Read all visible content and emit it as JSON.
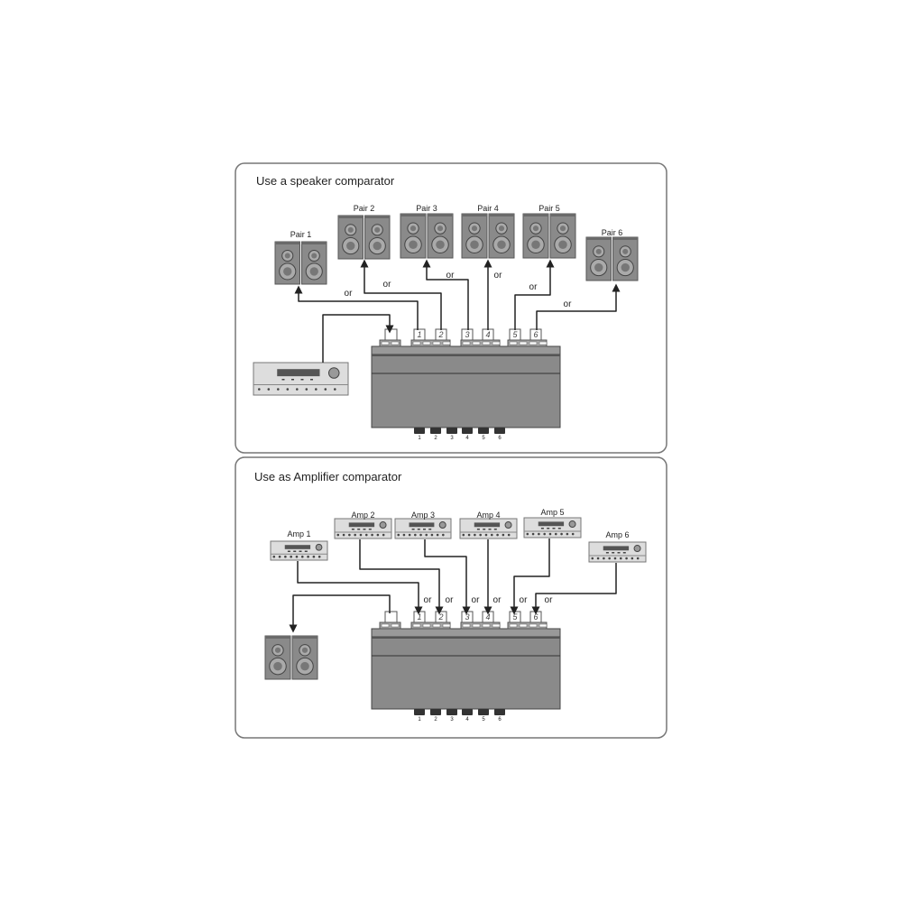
{
  "panels": [
    {
      "title": "Use a speaker comparator",
      "sources": [
        "Pair 1",
        "Pair 2",
        "Pair 3",
        "Pair 4",
        "Pair 5",
        "Pair 6"
      ],
      "connector_label": "or",
      "port_labels": [
        "1",
        "2",
        "3",
        "4",
        "5",
        "6"
      ],
      "knob_labels": [
        "1",
        "2",
        "3",
        "4",
        "5",
        "6"
      ]
    },
    {
      "title": "Use as Amplifier comparator",
      "sources": [
        "Amp 1",
        "Amp 2",
        "Amp 3",
        "Amp 4",
        "Amp 5",
        "Amp 6"
      ],
      "connector_label": "or",
      "port_labels": [
        "1",
        "2",
        "3",
        "4",
        "5",
        "6"
      ],
      "knob_labels": [
        "1",
        "2",
        "3",
        "4",
        "5",
        "6"
      ]
    }
  ],
  "colors": {
    "device": "#8a8a8a",
    "device_dark": "#5a5a5a",
    "wire": "#222222",
    "panel_border": "#777777"
  }
}
